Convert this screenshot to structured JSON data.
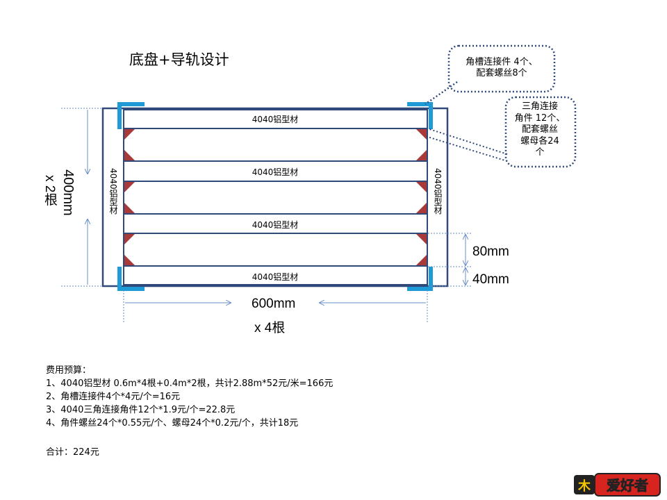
{
  "title": "底盘+导轨设计",
  "profiles": {
    "horizontal": [
      "4040铝型材",
      "4040铝型材",
      "4040铝型材",
      "4040铝型材"
    ],
    "left_vertical": "4040铝型材",
    "right_vertical": "4040铝型材"
  },
  "dimensions": {
    "height": "400mm",
    "height_qty": "x 2根",
    "width": "600mm",
    "width_qty": "x 4根",
    "gap": "80mm",
    "profile_size": "40mm"
  },
  "callouts": {
    "corner_bracket": [
      "角槽连接件 4个、",
      "配套螺丝8个"
    ],
    "triangle_bracket": [
      "三角连接",
      "角件 12个、",
      "配套螺丝",
      "螺母各24",
      "个"
    ]
  },
  "budget": {
    "heading": "费用预算：",
    "items": [
      "1、4040铝型材 0.6m*4根+0.4m*2根，共计2.88m*52元/米=166元",
      "2、角槽连接件4个*4元/个=16元",
      "3、4040三角连接角件12个*1.9元/个=22.8元",
      "4、角件螺丝24个*0.55元/个、螺母24个*0.2元/个，共计18元"
    ],
    "total": "合计：224元"
  },
  "logo_text": "爱好者",
  "colors": {
    "frame": "#2f4a7a",
    "corner_bracket": "#1e9ad6",
    "triangle": "#a83a3a",
    "dim_line": "#6a8fc4",
    "callout_border": "#2f4a7a"
  }
}
